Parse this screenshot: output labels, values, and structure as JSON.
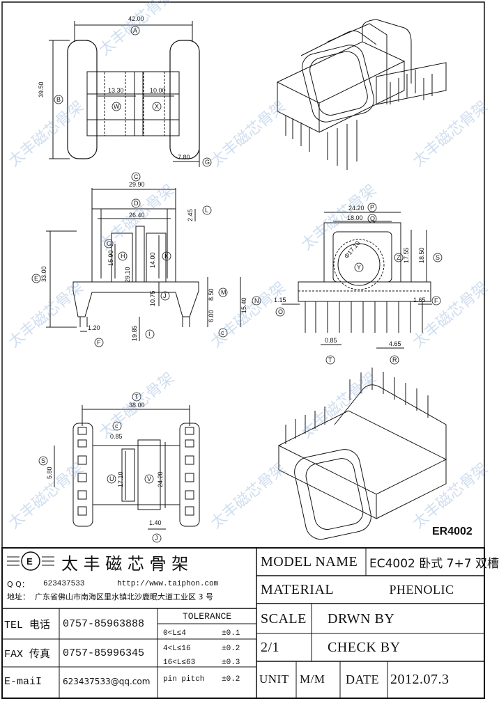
{
  "drawing": {
    "part_code": "ER4002",
    "dimensions_top": {
      "A": "42.00",
      "B": "39.50",
      "W": "13.30",
      "X": "10.00",
      "G": "7.80"
    },
    "dimensions_front": {
      "C": "29.90",
      "D": "26.40",
      "L": "2.45",
      "G_h": "15.90",
      "H": "29.10",
      "K": "14.00",
      "J": "10.75",
      "M": "8.50",
      "N": "15.40",
      "O6": "6.00",
      "E": "33.00",
      "F": "1.20",
      "I": "19.85"
    },
    "dimensions_side": {
      "P": "24.20",
      "Q": "18.00",
      "Y": "Φ17.10",
      "Z": "17.55",
      "S": "18.50",
      "O": "1.15",
      "R": "1.65",
      "T": "0.85",
      "U": "4.65"
    },
    "dimensions_bottom": {
      "T": "38.00",
      "c": "0.85",
      "S": "5.80",
      "U": "17.10",
      "V": "24.20",
      "pitch": "1.40"
    },
    "letters": {
      "A": "A",
      "B": "B",
      "C": "C",
      "D": "D",
      "E": "E",
      "F": "F",
      "G": "G",
      "H": "H",
      "I": "I",
      "J": "J",
      "K": "K",
      "L": "L",
      "M": "M",
      "N": "N",
      "O": "O",
      "P": "P",
      "Q": "Q",
      "R": "R",
      "S": "S",
      "T": "T",
      "U": "U",
      "V": "V",
      "W": "W",
      "X": "X",
      "Y": "Y",
      "Z": "Z",
      "c": "c",
      "g": "G"
    },
    "watermark": "太丰磁芯骨架"
  },
  "title_block": {
    "company": "太 丰 磁 芯 骨 架",
    "qq_label": "Q Q：",
    "qq": "623437533",
    "website": "http://www.taiphon.com",
    "address_label": "地址：",
    "address": "广东省佛山市南海区里水镇北沙鹿眠大道工业区 3 号",
    "tel_label": "TEL 电话",
    "tel": "0757-85963888",
    "fax_label": "FAX 传真",
    "fax": "0757-85996345",
    "email_label": "E-maiI",
    "email": "623437533@qq.com",
    "tolerance_label": "TOLERANCE",
    "tolerances": [
      {
        "range": "0<L≤4",
        "value": "±0.1"
      },
      {
        "range": "4<L≤16",
        "value": "±0.2"
      },
      {
        "range": "16<L≤63",
        "value": "±0.3"
      },
      {
        "range": "pin pitch",
        "value": "±0.2"
      }
    ],
    "model_name_label": "MODEL NAME",
    "model_name": "EC4002 卧式 7+7 双槽",
    "material_label": "MATERIAL",
    "material": "PHENOLIC",
    "scale_label": "SCALE",
    "scale": "2/1",
    "drawn_by_label": "DRWN BY",
    "check_by_label": "CHECK BY",
    "unit_label": "UNIT",
    "unit": "M/M",
    "date_label": "DATE",
    "date": "2012.07.3"
  }
}
